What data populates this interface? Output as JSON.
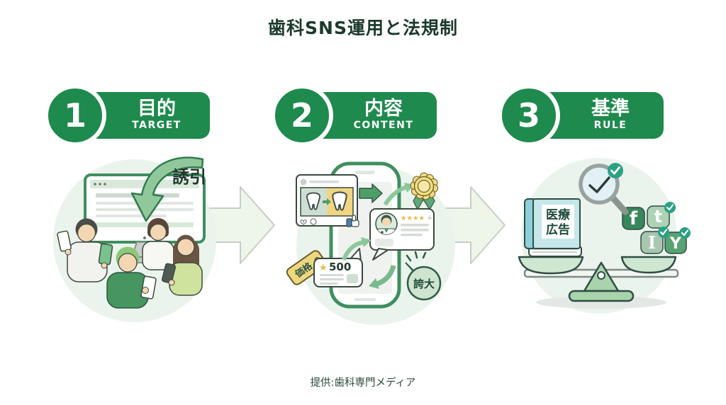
{
  "title": "歯科SNS運用と法規制",
  "footer": "提供:歯科専門メディア",
  "steps": [
    {
      "number": "1",
      "label_jp": "目的",
      "label_en": "TARGET"
    },
    {
      "number": "2",
      "label_jp": "内容",
      "label_en": "CONTENT"
    },
    {
      "number": "3",
      "label_jp": "基準",
      "label_en": "RULE"
    }
  ],
  "step1": {
    "arrow_label": "誘引"
  },
  "step2": {
    "price_tag": "価格",
    "review_star": "★",
    "review_count": "500",
    "rating_full": "★★★★",
    "rating_empty": "★",
    "bubble_label": "誇大"
  },
  "step3": {
    "book_line1": "医療",
    "book_line2": "広告",
    "sns_icons": [
      {
        "letter": "f"
      },
      {
        "letter": "t"
      },
      {
        "letter": "I"
      },
      {
        "letter": "Y"
      }
    ]
  },
  "colors": {
    "brand_green": "#1e8a4d",
    "dark_green_text": "#1c3a2c",
    "accent_yellow": "#f0d982",
    "book_teal": "#c5e7ea",
    "check_teal": "#2aa183"
  }
}
